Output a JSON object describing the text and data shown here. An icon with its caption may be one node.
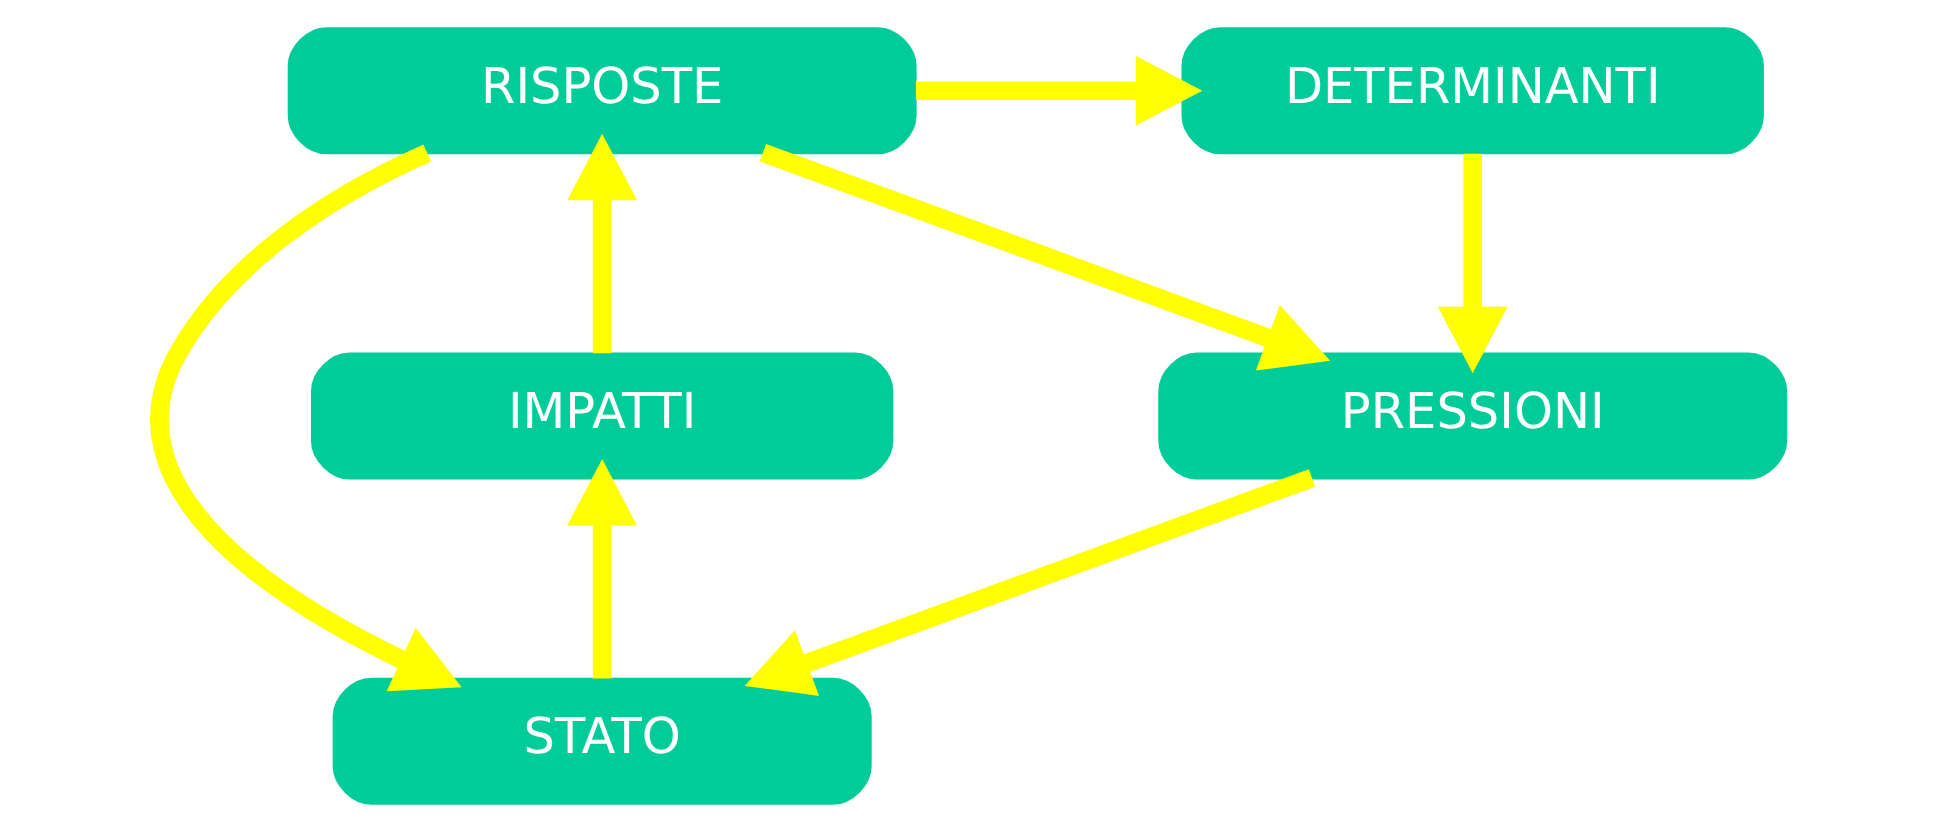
{
  "diagram": {
    "nodes": [
      {
        "text": [
          "DETERMINANTI"
        ]
      },
      {
        "text": [
          "RISPOSTE"
        ]
      },
      {
        "text": [
          "PRESSIONI"
        ]
      },
      {
        "text": [
          "IMPATTI"
        ]
      },
      {
        "text": [
          "STATO"
        ]
      }
    ],
    "edges": [
      {
        "from": 1,
        "to": 0,
        "arrow": "to"
      },
      {
        "from": 0,
        "to": 2,
        "arrow": "to"
      },
      {
        "from": 1,
        "to": 2,
        "arrow": "to"
      },
      {
        "from": 1,
        "to": 4,
        "arrow": "to"
      },
      {
        "from": 2,
        "to": 4,
        "arrow": "to"
      },
      {
        "from": 4,
        "to": 3,
        "arrow": "to"
      },
      {
        "from": 3,
        "to": 1,
        "arrow": "to"
      }
    ]
  }
}
